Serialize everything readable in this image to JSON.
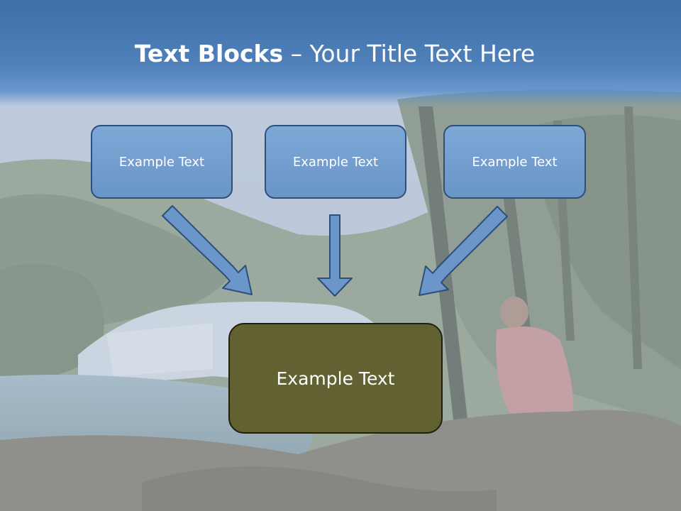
{
  "slide": {
    "title_bold": "Text Blocks",
    "title_dash": " – ",
    "title_rest": "Your Title Text Here"
  },
  "blocks": [
    {
      "label": "Example Text"
    },
    {
      "label": "Example Text"
    },
    {
      "label": "Example Text"
    }
  ],
  "main_block": {
    "label": "Example Text"
  },
  "colors": {
    "title_band": "#4a7bb5",
    "block_fill": "#7099cb",
    "block_border": "#2d4f7c",
    "main_fill": "#626131",
    "arrow_fill": "#6b96c9",
    "arrow_stroke": "#2d4f7c"
  },
  "background": {
    "description_icon": "waterfall-landscape-photo"
  }
}
